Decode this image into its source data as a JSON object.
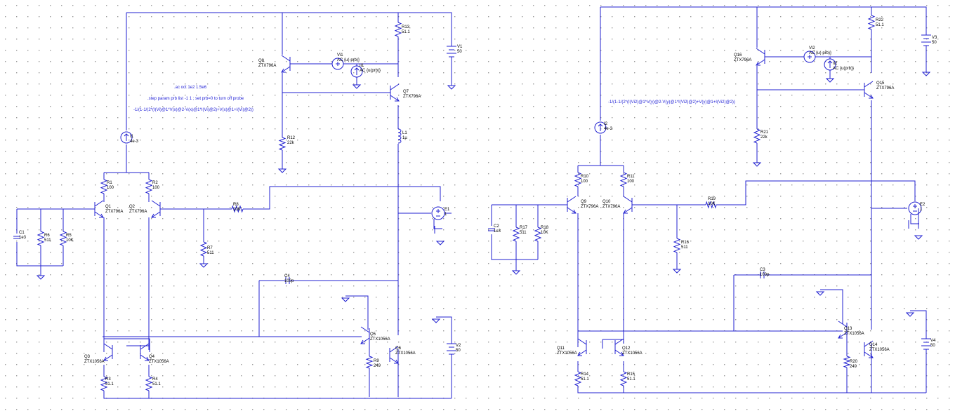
{
  "colors": {
    "wire": "#2020d0",
    "grid": "#9a9a9a",
    "text": "#000000",
    "directive": "#1f1fd6",
    "background": "#ffffff"
  },
  "left": {
    "dirs": [
      ".ac oct 1e2 1.5e6",
      ".step param prb list -1 1 ; set prb=0 to turn off probe",
      "-1/(1-1/(2*(I(Vi)@1*V(x)@2-V(x)@1*I(Vi)@2)+V(x)@1+I(Vi)@2))"
    ],
    "V1": [
      "V1",
      "50"
    ],
    "V2": [
      "V2",
      "50"
    ],
    "Vi1": [
      "Vi1",
      "AC {u(-prb)}"
    ],
    "Ii1": [
      "Ii1",
      "AC {u(prb)}"
    ],
    "I1": [
      "I1",
      "4e-3"
    ],
    "L1": [
      "L1",
      "1µ"
    ],
    "C1": [
      "C1",
      "1e3"
    ],
    "C4": [
      "C4",
      "100p"
    ],
    "E1": [
      "E1",
      "1"
    ],
    "R1": [
      "R1",
      "100"
    ],
    "R2": [
      "R2",
      "100"
    ],
    "R3": [
      "R3",
      "51.1"
    ],
    "R4": [
      "R4",
      "51.1"
    ],
    "R5": [
      "R5",
      "10K"
    ],
    "R6": [
      "R6",
      "511"
    ],
    "R7": [
      "R7",
      "511"
    ],
    "R8": [
      "R8",
      "10K"
    ],
    "R9": [
      "R9",
      "249"
    ],
    "R12": [
      "R12",
      "22k"
    ],
    "R13": [
      "R13",
      "51.1"
    ],
    "Q1": [
      "Q1",
      "ZTX796A"
    ],
    "Q2": [
      "Q2",
      "ZTX796A"
    ],
    "Q3": [
      "Q3",
      "ZTX1056A"
    ],
    "Q4": [
      "Q4",
      "ZTX1056A"
    ],
    "Q5": [
      "Q5",
      "ZTX1056A"
    ],
    "Q6": [
      "Q6",
      "ZTX1056A"
    ],
    "Q7": [
      "Q7",
      "ZTX796A"
    ],
    "Q8": [
      "Q8",
      "ZTX796A"
    ]
  },
  "right": {
    "dir": "-1/(1-1/(2*(I(Vi2)@1*V(y)@2-V(y)@1*I(Vi2)@2)+V(y)@1+I(Vi2)@2))",
    "V3": [
      "V3",
      "50"
    ],
    "V4": [
      "V4",
      "50"
    ],
    "Vi2": [
      "Vi2",
      "AC {u(-prb)}"
    ],
    "Ii2": [
      "Ii2",
      "AC {u(prb)}"
    ],
    "I2": [
      "I2",
      "4e-3"
    ],
    "C2": [
      "C2",
      "1e3"
    ],
    "C3": [
      "C3",
      "100p"
    ],
    "E2": [
      "E2",
      "1"
    ],
    "R10": [
      "R10",
      "100"
    ],
    "R11": [
      "R11",
      "100"
    ],
    "R14": [
      "R14",
      "51.1"
    ],
    "R15": [
      "R15",
      "51.1"
    ],
    "R16": [
      "R16",
      "511"
    ],
    "R17": [
      "R17",
      "511"
    ],
    "R18": [
      "R18",
      "10K"
    ],
    "R19": [
      "R19",
      "10K"
    ],
    "R20": [
      "R20",
      "249"
    ],
    "R21": [
      "R21",
      "22k"
    ],
    "R22": [
      "R22",
      "51.1"
    ],
    "Q9": [
      "Q9",
      "ZTX796A"
    ],
    "Q10": [
      "Q10",
      "ZTX796A"
    ],
    "Q11": [
      "Q11",
      "ZTX1056A"
    ],
    "Q12": [
      "Q12",
      "ZTX1056A"
    ],
    "Q13": [
      "Q13",
      "ZTX1056A"
    ],
    "Q14": [
      "Q14",
      "ZTX1056A"
    ],
    "Q15": [
      "Q15",
      "ZTX796A"
    ],
    "Q16": [
      "Q16",
      "ZTX796A"
    ]
  }
}
